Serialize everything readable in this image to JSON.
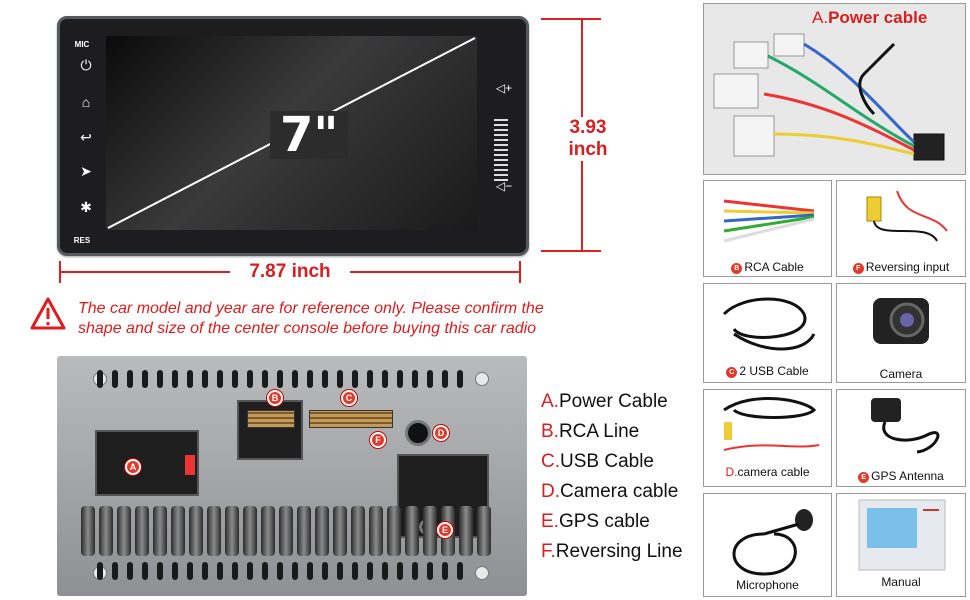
{
  "radio": {
    "size_label": "7\"",
    "mic_label": "MIC",
    "res_label": "RES",
    "vol_up": "◁+",
    "vol_down": "◁−"
  },
  "dimensions": {
    "height_value": "3.93",
    "height_unit": "inch",
    "width": "7.87 inch"
  },
  "warning": {
    "line1": "The car model and year are for reference only. Please confirm the",
    "line2": "shape and size of the center console before buying this car radio"
  },
  "back_panel_markers": [
    "A",
    "B",
    "C",
    "D",
    "E",
    "F"
  ],
  "legend": [
    {
      "letter": "A.",
      "text": "Power Cable"
    },
    {
      "letter": "B.",
      "text": "RCA Line"
    },
    {
      "letter": "C.",
      "text": "USB Cable"
    },
    {
      "letter": "D.",
      "text": "Camera cable"
    },
    {
      "letter": "E.",
      "text": "GPS cable"
    },
    {
      "letter": "F.",
      "text": "Reversing Line"
    }
  ],
  "accessories": {
    "power_cable": {
      "letter": "A.",
      "label": "Power cable"
    },
    "rca_cable": {
      "badge": "B",
      "label": "RCA Cable"
    },
    "reversing_input": {
      "badge": "F",
      "label": "Reversing input"
    },
    "usb_cable": {
      "badge": "C",
      "label": "2 USB Cable"
    },
    "camera": {
      "label": "Camera"
    },
    "camera_cable": {
      "letter": "D.",
      "label": "camera cable"
    },
    "gps_antenna": {
      "badge": "E",
      "label": "GPS Antenna"
    },
    "microphone": {
      "label": "Microphone"
    },
    "manual": {
      "label": "Manual"
    }
  },
  "colors": {
    "accent_red": "#e01b1b",
    "marker_red": "#e23a2a"
  }
}
